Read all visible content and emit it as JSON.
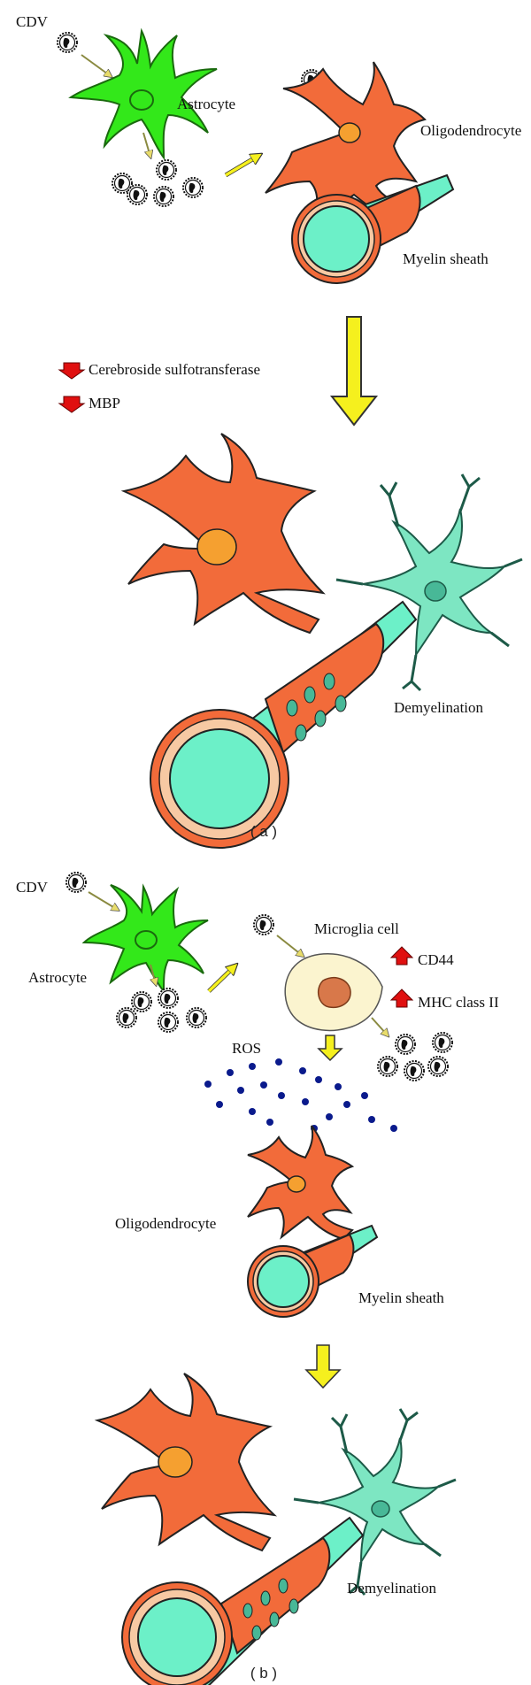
{
  "panel_a": {
    "cdv_label": "CDV",
    "astrocyte_label": "Astrocyte",
    "oligodendrocyte_label": "Oligodendrocyte",
    "myelin_label": "Myelin sheath",
    "decrease_1": "Cerebroside sulfotransferase",
    "decrease_2": "MBP",
    "demyelination_label": "Demyelination",
    "caption": "( a )"
  },
  "panel_b": {
    "cdv_label": "CDV",
    "astrocyte_label": "Astrocyte",
    "microglia_label": "Microglia cell",
    "increase_1": "CD44",
    "increase_2": "MHC class II",
    "ros_label": "ROS",
    "oligodendrocyte_label": "Oligodendrocyte",
    "myelin_label": "Myelin sheath",
    "demyelination_label": "Demyelination",
    "caption": "( b )"
  },
  "colors": {
    "astrocyte": "#33e81a",
    "oligodendrocyte": "#f26b3a",
    "oligo_nucleus": "#f5a030",
    "axon": "#6cf0c8",
    "myelin_inner": "#f7c9a3",
    "neuron": "#7de6c2",
    "microglia": "#fbf4cf",
    "microglia_nucleus": "#d8784a",
    "ros_dot": "#0a1a8c",
    "arrow_yellow": "#f5f01e",
    "arrow_red": "#e01010"
  }
}
